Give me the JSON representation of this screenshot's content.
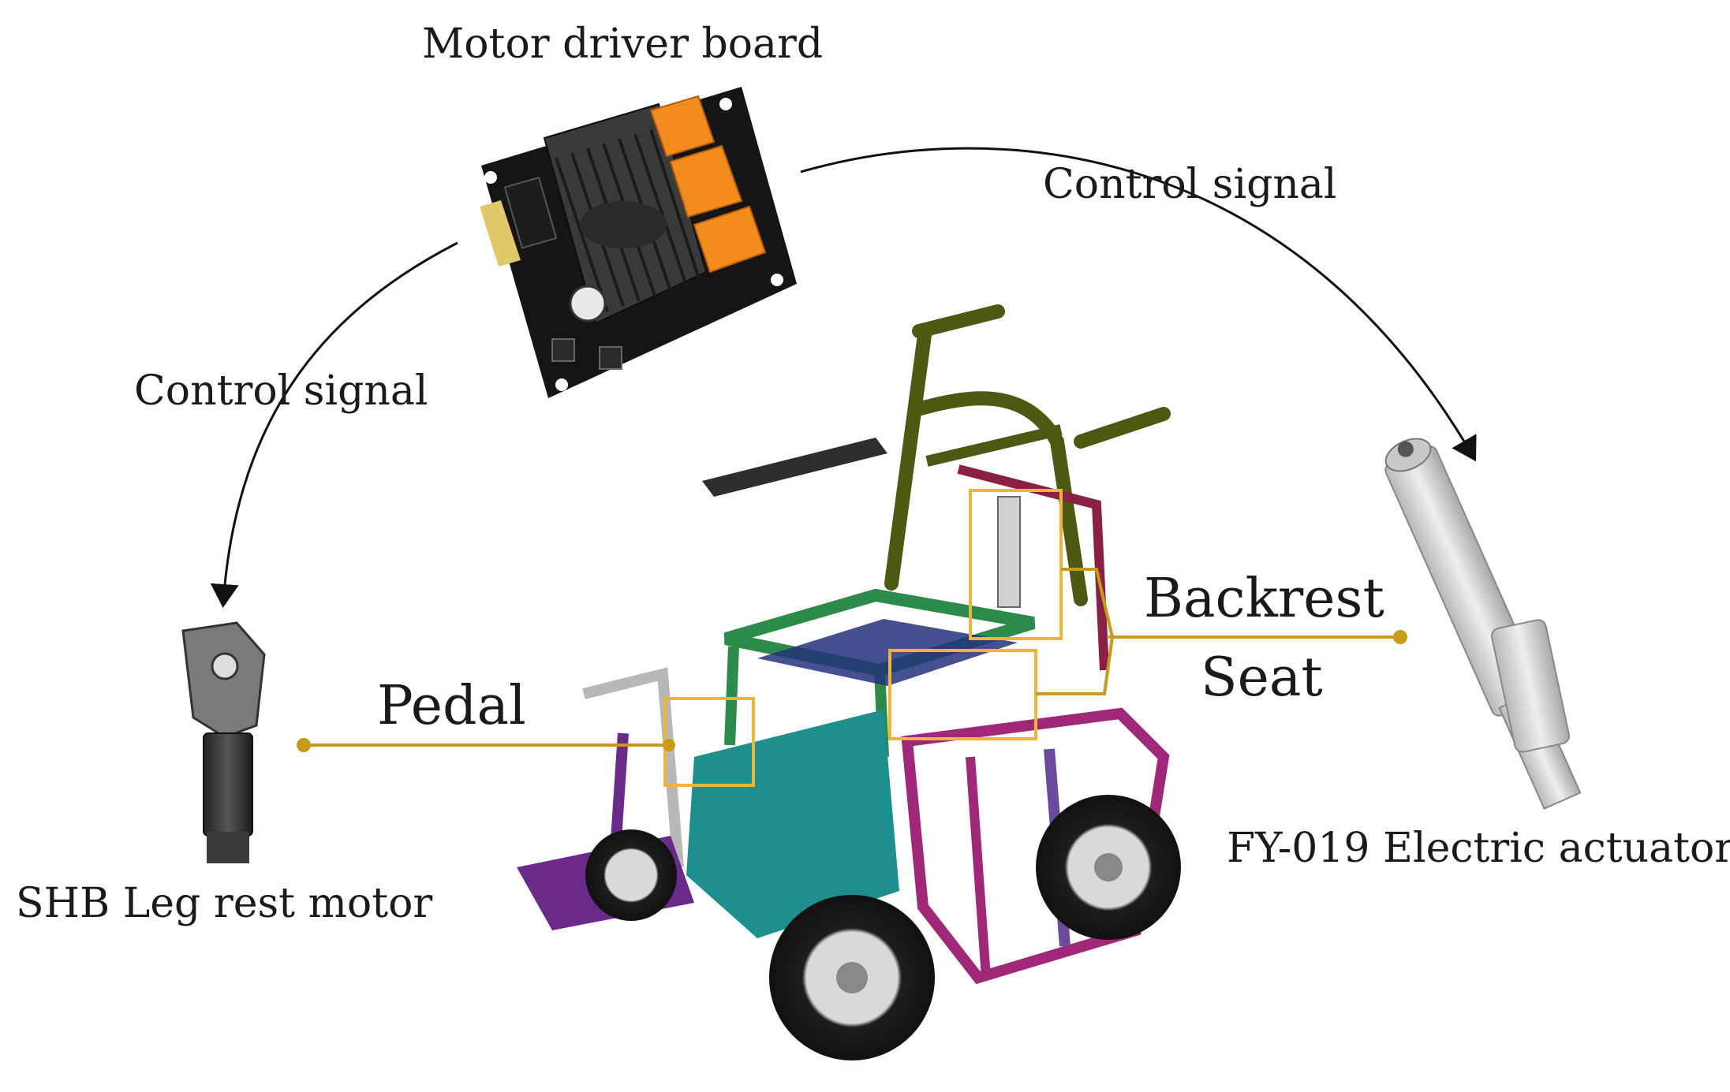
{
  "labels": {
    "motor_driver_board": "Motor driver board",
    "control_signal_right": "Control signal",
    "control_signal_left": "Control signal",
    "leg_rest_motor": "SHB Leg rest motor",
    "electric_actuator": "FY-019 Electric actuator",
    "pedal": "Pedal",
    "backrest": "Backrest",
    "seat": "Seat"
  },
  "colors": {
    "callout": "#c99a1a",
    "highlight_box": "#f1b43a",
    "arrow": "#111111",
    "heatsink": "#2a2a2a",
    "relay": "#f28c1e",
    "pcb": "#151515",
    "backrest_frame": "#4a5a12",
    "seat_frame": "#2c8a4a",
    "base_frame": "#1d8f8f",
    "side_frame": "#8a2060",
    "wheel": "#1a1a1a",
    "purple_parts": "#6a2a8a",
    "actuator_body": "#d4d4d4"
  }
}
